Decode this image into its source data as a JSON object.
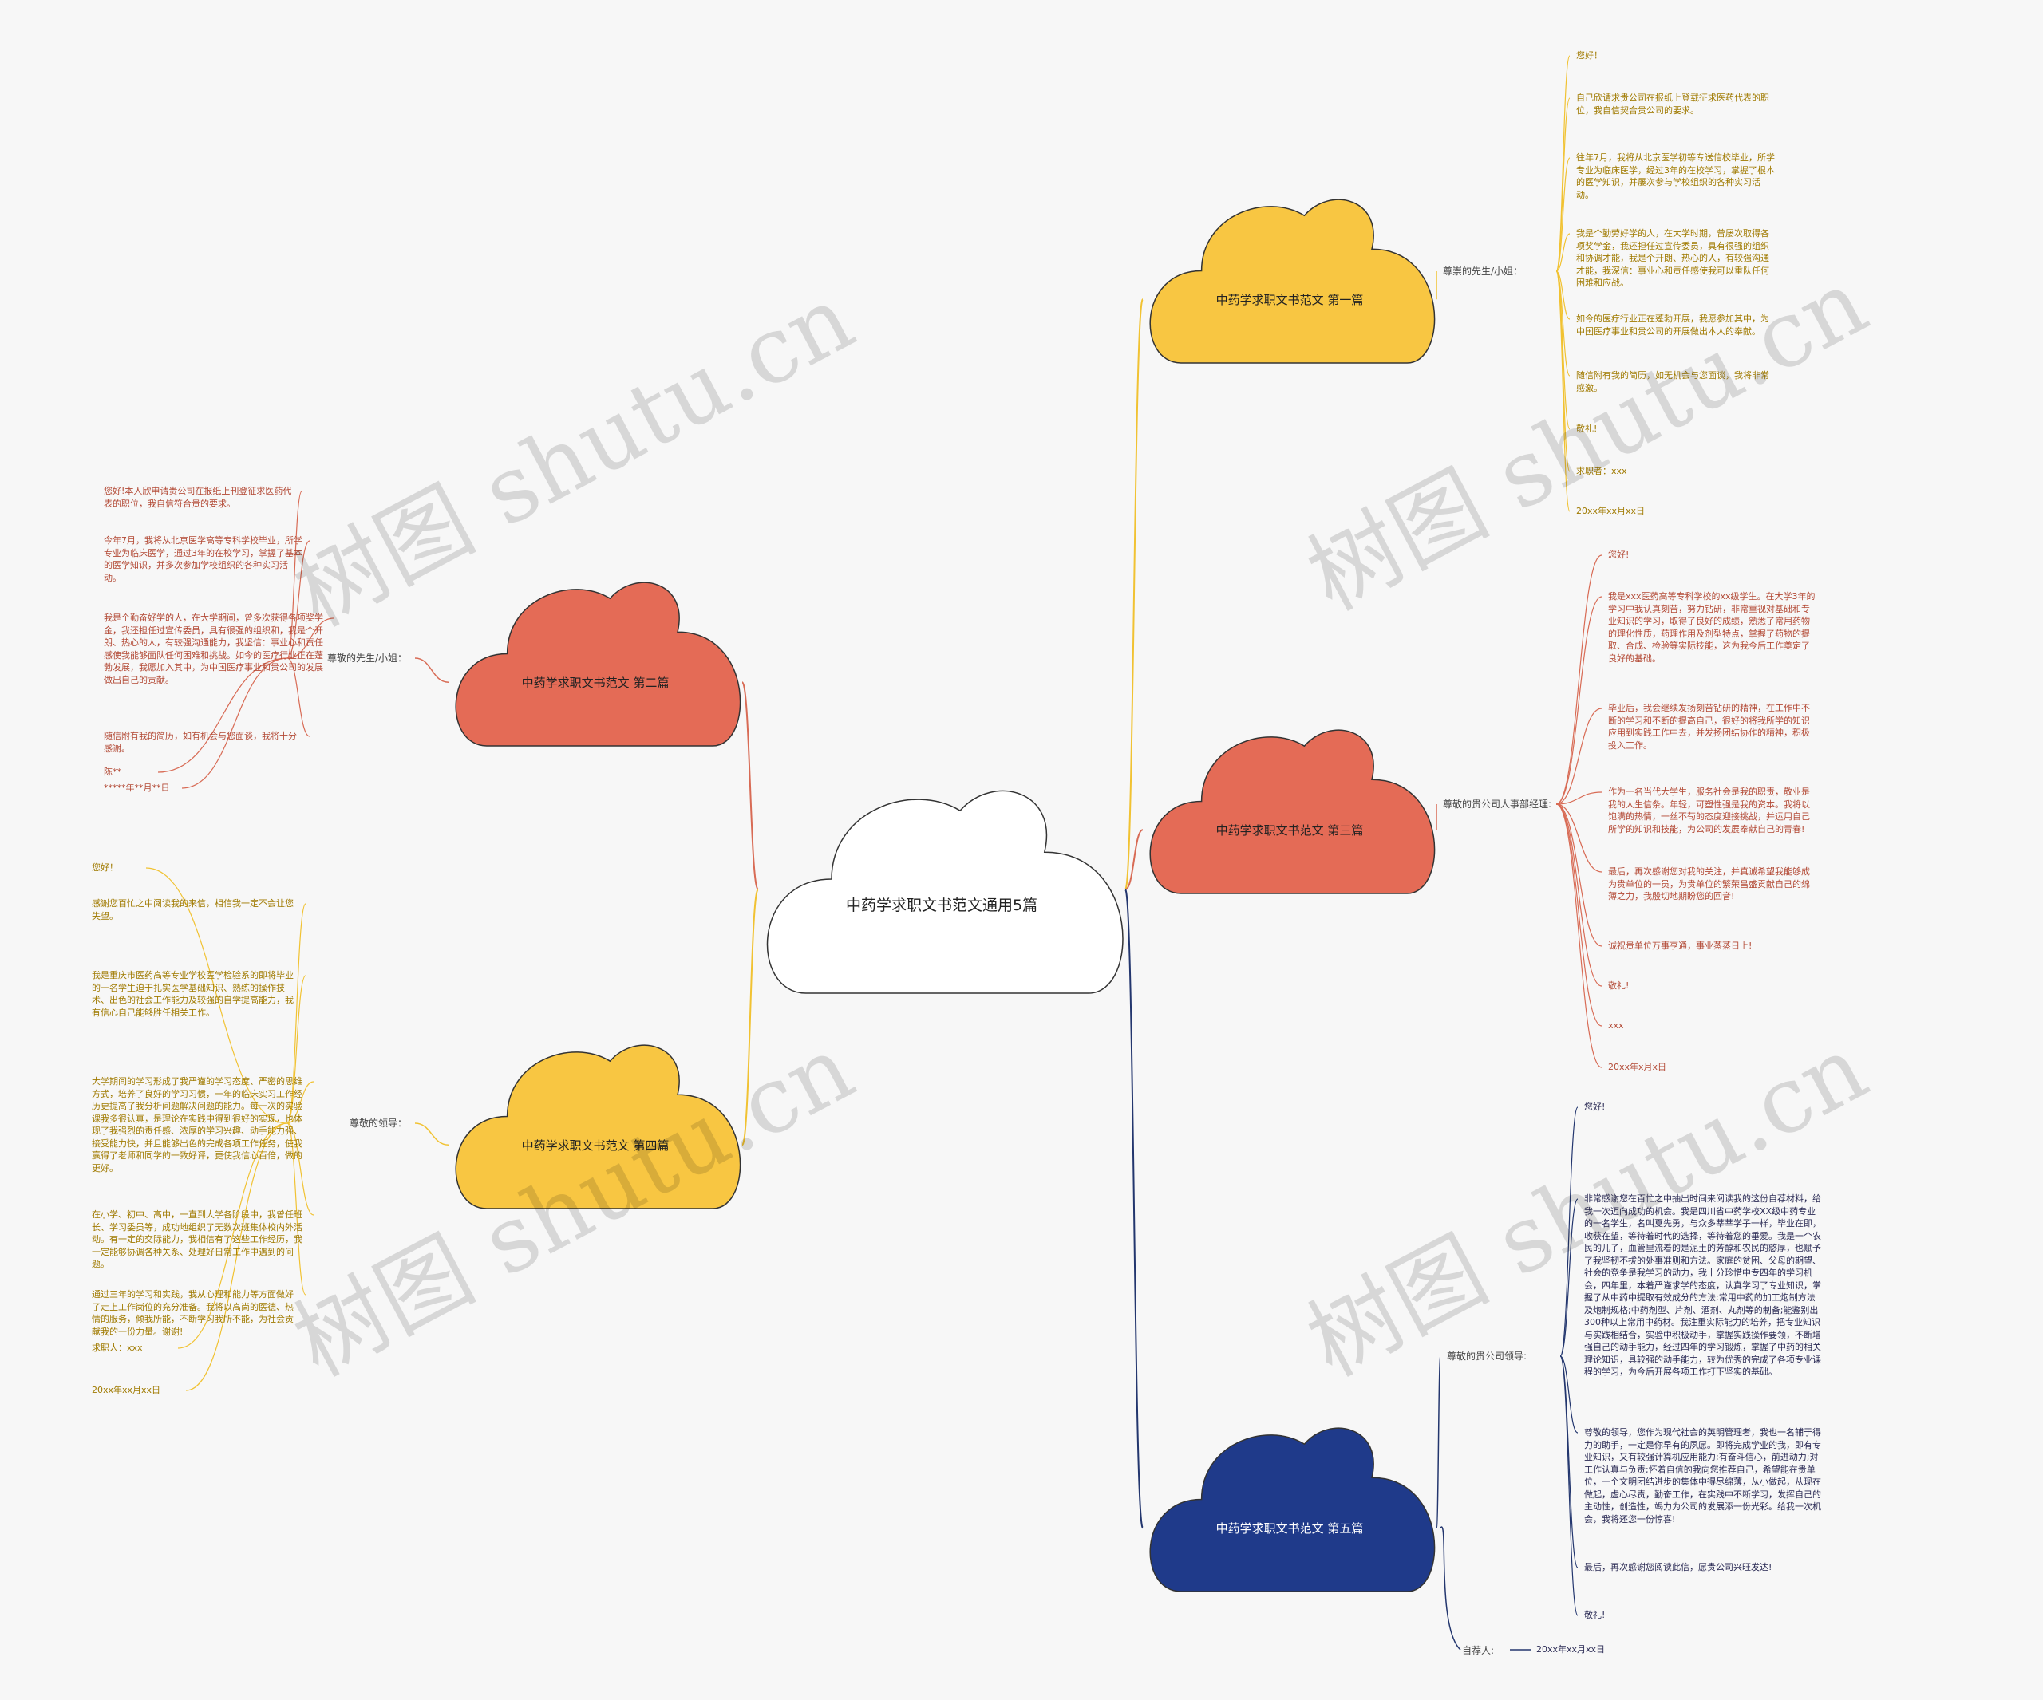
{
  "title": "中药学求职文书范文通用5篇",
  "watermark": "树图 shutu.cn",
  "colors": {
    "yellow": "#f8c642",
    "yellow_line": "#f1c232",
    "red": "#e46b56",
    "red_line": "#d86b55",
    "navy": "#1f3a8a",
    "navy_line": "#23366e",
    "ink": "#333333",
    "yellow_text": "#a07a00",
    "red_text": "#b34a36",
    "navy_text": "#2b2b55"
  },
  "branches": [
    {
      "label": "中药学求职文书范文 第一篇",
      "color": "yellow",
      "sub": "尊崇的先生/小姐：",
      "leaves": [
        "您好！",
        "自己欣请求贵公司在报纸上登载征求医药代表的职位，我自信契合贵公司的要求。",
        "往年7月，我将从北京医学初等专送信校毕业，所学专业为临床医学，经过3年的在校学习，掌握了根本的医学知识，并屡次参与学校组织的各种实习活动。",
        "我是个勤劳好学的人，在大学时期，曾屡次取得各项奖学金，我还担任过宣传委员，具有很强的组织和协调才能，我是个开朗、热心的人，有较强沟通才能，我深信：事业心和责任感使我可以重队任何困难和应战。",
        "如今的医疗行业正在蓬勃开展，我愿参加其中，为中国医疗事业和贵公司的开展做出本人的奉献。",
        "随信附有我的简历，如无机会与您面谈，我将非常感激。",
        "敬礼!",
        "求职者：xxx",
        "20xx年xx月xx日"
      ]
    },
    {
      "label": "中药学求职文书范文 第二篇",
      "color": "red",
      "sub": "尊敬的先生/小姐：",
      "leaves": [
        "您好!本人欣申请贵公司在报纸上刊登征求医药代表的职位，我自信符合贵的要求。",
        "今年7月，我将从北京医学高等专科学校毕业，所学专业为临床医学，通过3年的在校学习，掌握了基本的医学知识，并多次参加学校组织的各种实习活动。",
        "我是个勤奋好学的人，在大学期间，曾多次获得各项奖学金，我还担任过宣传委员，具有很强的组织和，我是个开朗、热心的人，有较强沟通能力，我坚信：事业心和责任感使我能够面队任何困难和挑战。如今的医疗行业正在蓬勃发展，我愿加入其中，为中国医疗事业和贵公司的发展做出自己的贡献。",
        "随信附有我的简历，如有机会与您面谈，我将十分感谢。",
        "陈**",
        "*****年**月**日"
      ]
    },
    {
      "label": "中药学求职文书范文 第三篇",
      "color": "red",
      "sub": "尊敬的贵公司人事部经理:",
      "leaves": [
        "您好!",
        "我是xxx医药高等专科学校的xx级学生。在大学3年的学习中我认真刻苦，努力钻研，非常重视对基础和专业知识的学习，取得了良好的成绩，熟悉了常用药物的理化性质，药理作用及剂型特点，掌握了药物的提取、合成、检验等实际技能，这为我今后工作奠定了良好的基础。",
        "毕业后，我会继续发扬刻苦钻研的精神，在工作中不断的学习和不断的提高自己，很好的将我所学的知识应用到实践工作中去，并发扬团结协作的精神，积极投入工作。",
        "作为一名当代大学生，服务社会是我的职责，敬业是我的人生信条。年轻，可塑性强是我的资本。我将以饱满的热情，一丝不苟的态度迎接挑战，并运用自己所学的知识和技能，为公司的发展奉献自己的青春!",
        "最后，再次感谢您对我的关注，并真诚希望我能够成为贵单位的一员，为贵单位的繁荣昌盛贡献自己的绵薄之力，我殷切地期盼您的回音!",
        "诚祝贵单位万事亨通，事业蒸蒸日上!",
        "敬礼!",
        "xxx",
        "20xx年x月x日"
      ]
    },
    {
      "label": "中药学求职文书范文 第四篇",
      "color": "yellow",
      "sub": "尊敬的领导：",
      "leaves": [
        "您好！",
        "感谢您百忙之中阅读我的来信，相信我一定不会让您失望。",
        "我是重庆市医药高等专业学校医学检验系的即将毕业的一名学生迫于扎实医学基础知识、熟练的操作技术、出色的社会工作能力及较强的自学提高能力，我有信心自己能够胜任相关工作。",
        "大学期间的学习形成了我严谨的学习态度、严密的思维方式，培养了良好的学习习惯，一年的临床实习工作经历更提高了我分析问题解决问题的能力。每一次的实验课我多很认真，是理论在实践中得到很好的实现，也体现了我强烈的责任感、浓厚的学习兴趣、动手能力强、接受能力快，并且能够出色的完成各项工作任务，使我赢得了老师和同学的一致好评，更使我信心百倍，做的更好。",
        "在小学、初中、高中，一直到大学各阶段中，我曾任班长、学习委员等，成功地组织了无数次班集体校内外活动。有一定的交际能力，我相信有了这些工作经历，我一定能够协调各种关系、处理好日常工作中遇到的问题。",
        "通过三年的学习和实践，我从心理和能力等方面做好了走上工作岗位的充分准备。我将以高尚的医德、热情的服务，倾我所能，不断学习我所不能，为社会贡献我的一份力量。谢谢!",
        "求职人：xxx",
        "20xx年xx月xx日"
      ]
    },
    {
      "label": "中药学求职文书范文 第五篇",
      "color": "navy",
      "sub": "尊敬的贵公司领导:",
      "sub2": "自荐人:",
      "sub2_leaf": "20xx年xx月xx日",
      "leaves": [
        "您好!",
        "非常感谢您在百忙之中抽出时间来阅读我的这份自荐材料，给我一次迈向成功的机会。我是四川省中药学校XX级中药专业的一名学生，名叫夏先勇，与众多莘莘学子一样，毕业在即，收获在望，等待着时代的选择，等待着您的垂爱。我是一个农民的儿子，血管里流着的是泥土的芳醇和农民的憨厚，也赋予了我坚韧不拔的处事准则和方法。家庭的贫困、父母的期望、社会的竞争是我学习的动力，我十分珍惜中专四年的学习机会，四年里，本着严谨求学的态度，认真学习了专业知识，掌握了从中药中提取有效成分的方法;常用中药的加工炮制方法及炮制规格;中药剂型、片剂、酒剂、丸剂等的制备;能鉴别出300种以上常用中药材。我注重实际能力的培养，把专业知识与实践相结合，实验中积极动手，掌握实践操作要领，不断增强自己的动手能力，经过四年的学习锻炼，掌握了中药的相关理论知识，具较强的动手能力，较为优秀的完成了各项专业课程的学习，为今后开展各项工作打下坚实的基础。",
        "尊敬的领导，您作为现代社会的英明管理者，我也一名辅于得力的助手，一定是你早有的夙愿。即将完成学业的我，即有专业知识，又有较强计算机应用能力;有奋斗信心，前进动力;对工作认真与负责;怀着自信的我向您推荐自己，希望能在贵单位，一个文明团结进步的集体中得尽绵薄，从小做起，从现在做起，虚心尽责，勤奋工作，在实践中不断学习，发挥自己的主动性，创造性，竭力为公司的发展添一份光彩。给我一次机会，我将还您一份惊喜!",
        "最后，再次感谢您阅读此信，愿贵公司兴旺发达!",
        "敬礼!"
      ]
    }
  ]
}
